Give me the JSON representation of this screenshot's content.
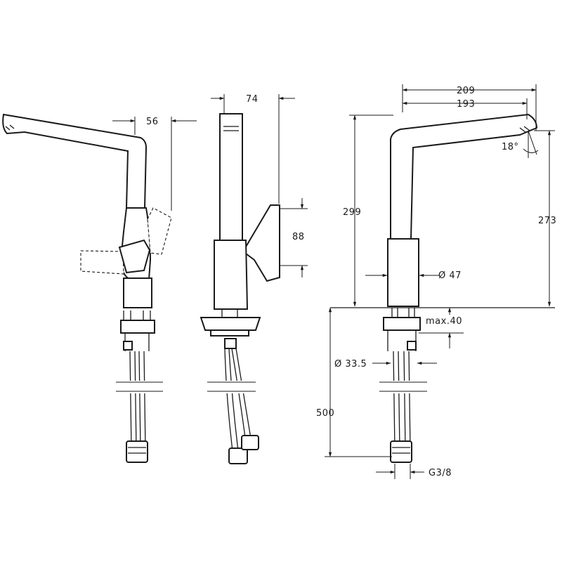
{
  "dimensions": {
    "d56": "56",
    "d74": "74",
    "d88": "88",
    "d209": "209",
    "d193": "193",
    "d18": "18°",
    "d299": "299",
    "d273": "273",
    "d47": "Ø 47",
    "dmax40": "max.40",
    "d33": "Ø 33.5",
    "d500": "500",
    "dg38": "G3/8"
  }
}
